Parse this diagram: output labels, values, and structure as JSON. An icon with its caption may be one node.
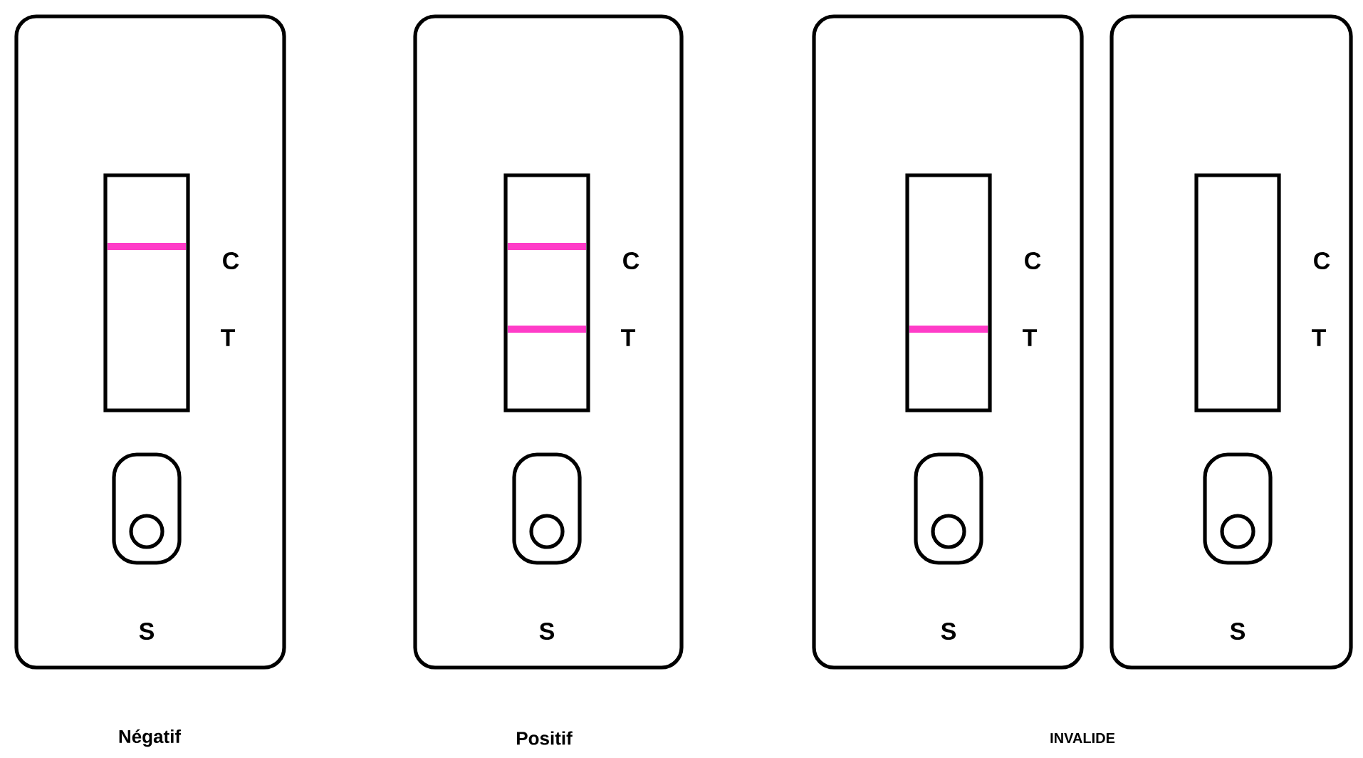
{
  "diagram": {
    "nodes": [
      {
        "text": [
          "C",
          "T",
          "S"
        ]
      },
      {
        "text": [
          "C",
          "T",
          "S"
        ]
      },
      {
        "text": [
          "C",
          "T",
          "S"
        ]
      },
      {
        "text": [
          "C",
          "T",
          "S"
        ]
      }
    ],
    "labels": [
      "Négatif",
      "Positif",
      "INVALIDE"
    ]
  }
}
